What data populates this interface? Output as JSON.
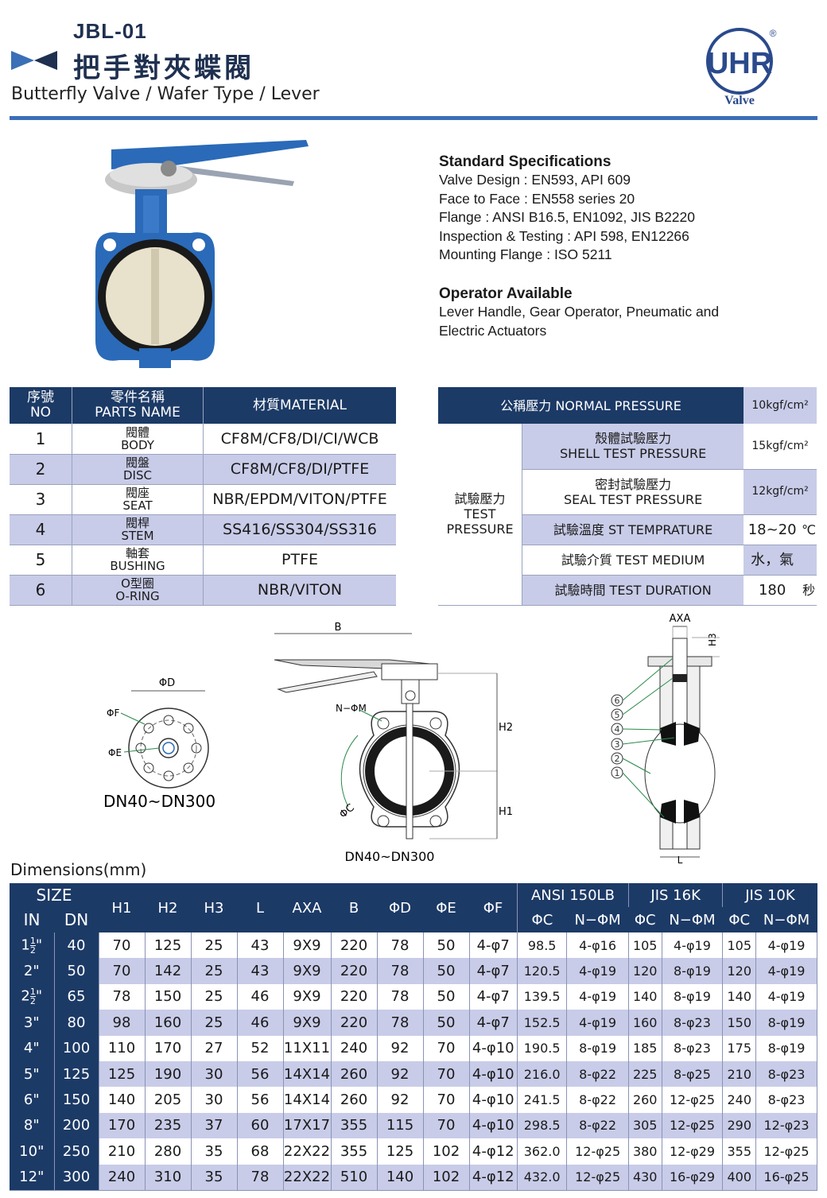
{
  "header": {
    "model": "JBL-01",
    "title_zh": "把手對夾蝶閥",
    "title_en": "Butterfly Valve / Wafer Type / Lever",
    "logo_text": "UHR",
    "logo_sub": "Valve",
    "logo_mark": "®",
    "accent": "#3b6fb6",
    "navy": "#1c3a66"
  },
  "specs": {
    "standard_heading": "Standard Specifications",
    "standard_lines": [
      "Valve Design : EN593, API 609",
      "Face to Face : EN558 series 20",
      "Flange : ANSI B16.5, EN1092, JIS B2220",
      "Inspection & Testing : API 598, EN12266",
      "Mounting Flange : ISO 5211"
    ],
    "operator_heading": "Operator Available",
    "operator_lines": [
      "Lever Handle, Gear Operator, Pneumatic and",
      "Electric Actuators"
    ]
  },
  "parts": {
    "head_no_zh": "序號",
    "head_no_en": "NO",
    "head_name_zh": "零件名稱",
    "head_name_en": "PARTS NAME",
    "head_material": "材質MATERIAL",
    "rows": [
      {
        "no": "1",
        "zh": "閥體",
        "en": "BODY",
        "material": "CF8M/CF8/DI/CI/WCB"
      },
      {
        "no": "2",
        "zh": "閥盤",
        "en": "DISC",
        "material": "CF8M/CF8/DI/PTFE"
      },
      {
        "no": "3",
        "zh": "閥座",
        "en": "SEAT",
        "material": "NBR/EPDM/VITON/PTFE"
      },
      {
        "no": "4",
        "zh": "閥桿",
        "en": "STEM",
        "material": "SS416/SS304/SS316"
      },
      {
        "no": "5",
        "zh": "軸套",
        "en": "BUSHING",
        "material": "PTFE"
      },
      {
        "no": "6",
        "zh": "O型圈",
        "en": "O-RING",
        "material": "NBR/VITON"
      }
    ]
  },
  "pressure": {
    "normal_label": "公稱壓力 NORMAL PRESSURE",
    "normal_value": "10kgf/cm²",
    "test_zh": "試驗壓力",
    "test_en1": "TEST",
    "test_en2": "PRESSURE",
    "shell_zh": "殼體試驗壓力",
    "shell_en": "SHELL TEST PRESSURE",
    "shell_value": "15kgf/cm²",
    "seal_zh": "密封試驗壓力",
    "seal_en": "SEAL TEST PRESSURE",
    "seal_value": "12kgf/cm²",
    "temp_label": "試驗溫度 ST TEMPRATURE",
    "temp_value": "18~20",
    "temp_unit": "℃",
    "medium_label": "試驗介質 TEST MEDIUM",
    "medium_value": "水，氣",
    "duration_label": "試驗時間 TEST DURATION",
    "duration_value": "180",
    "duration_unit": "秒"
  },
  "drawings": {
    "flange_caption": "DN40~DN300",
    "front_caption": "DN40~DN300",
    "label_D": "ΦD",
    "label_F": "ΦF",
    "label_E": "ΦE",
    "label_B": "B",
    "label_NM": "N−ΦM",
    "label_H2": "H2",
    "label_H1": "H1",
    "label_C": "ΦC",
    "label_AXA": "AXA",
    "label_H3": "H3",
    "label_L": "L",
    "callouts": [
      "6",
      "5",
      "4",
      "3",
      "2",
      "1"
    ]
  },
  "dimensions": {
    "title": "Dimensions(mm)",
    "head_size": "SIZE",
    "head_in": "IN",
    "head_dn": "DN",
    "cols": [
      "H1",
      "H2",
      "H3",
      "L",
      "AXA",
      "B",
      "ΦD",
      "ΦE",
      "ΦF"
    ],
    "groups": [
      "ANSI 150LB",
      "JIS 16K",
      "JIS 10K"
    ],
    "sub_c": "ΦC",
    "sub_nm": "N−ΦM",
    "rows": [
      {
        "in_whole": "1",
        "in_num": "1",
        "in_den": "2",
        "in_mark": "\"",
        "dn": "40",
        "v": [
          "70",
          "125",
          "25",
          "43",
          "9X9",
          "220",
          "78",
          "50",
          "4-φ7",
          "98.5",
          "4-φ16",
          "105",
          "4-φ19",
          "105",
          "4-φ19"
        ]
      },
      {
        "in_whole": "2",
        "in_num": "",
        "in_den": "",
        "in_mark": "\"",
        "dn": "50",
        "v": [
          "70",
          "142",
          "25",
          "43",
          "9X9",
          "220",
          "78",
          "50",
          "4-φ7",
          "120.5",
          "4-φ19",
          "120",
          "8-φ19",
          "120",
          "4-φ19"
        ]
      },
      {
        "in_whole": "2",
        "in_num": "1",
        "in_den": "2",
        "in_mark": "\"",
        "dn": "65",
        "v": [
          "78",
          "150",
          "25",
          "46",
          "9X9",
          "220",
          "78",
          "50",
          "4-φ7",
          "139.5",
          "4-φ19",
          "140",
          "8-φ19",
          "140",
          "4-φ19"
        ]
      },
      {
        "in_whole": "3",
        "in_num": "",
        "in_den": "",
        "in_mark": "\"",
        "dn": "80",
        "v": [
          "98",
          "160",
          "25",
          "46",
          "9X9",
          "220",
          "78",
          "50",
          "4-φ7",
          "152.5",
          "4-φ19",
          "160",
          "8-φ23",
          "150",
          "8-φ19"
        ]
      },
      {
        "in_whole": "4",
        "in_num": "",
        "in_den": "",
        "in_mark": "\"",
        "dn": "100",
        "v": [
          "110",
          "170",
          "27",
          "52",
          "11X11",
          "240",
          "92",
          "70",
          "4-φ10",
          "190.5",
          "8-φ19",
          "185",
          "8-φ23",
          "175",
          "8-φ19"
        ]
      },
      {
        "in_whole": "5",
        "in_num": "",
        "in_den": "",
        "in_mark": "\"",
        "dn": "125",
        "v": [
          "125",
          "190",
          "30",
          "56",
          "14X14",
          "260",
          "92",
          "70",
          "4-φ10",
          "216.0",
          "8-φ22",
          "225",
          "8-φ25",
          "210",
          "8-φ23"
        ]
      },
      {
        "in_whole": "6",
        "in_num": "",
        "in_den": "",
        "in_mark": "\"",
        "dn": "150",
        "v": [
          "140",
          "205",
          "30",
          "56",
          "14X14",
          "260",
          "92",
          "70",
          "4-φ10",
          "241.5",
          "8-φ22",
          "260",
          "12-φ25",
          "240",
          "8-φ23"
        ]
      },
      {
        "in_whole": "8",
        "in_num": "",
        "in_den": "",
        "in_mark": "\"",
        "dn": "200",
        "v": [
          "170",
          "235",
          "37",
          "60",
          "17X17",
          "355",
          "115",
          "70",
          "4-φ10",
          "298.5",
          "8-φ22",
          "305",
          "12-φ25",
          "290",
          "12-φ23"
        ]
      },
      {
        "in_whole": "10",
        "in_num": "",
        "in_den": "",
        "in_mark": "\"",
        "dn": "250",
        "v": [
          "210",
          "280",
          "35",
          "68",
          "22X22",
          "355",
          "125",
          "102",
          "4-φ12",
          "362.0",
          "12-φ25",
          "380",
          "12-φ29",
          "355",
          "12-φ25"
        ]
      },
      {
        "in_whole": "12",
        "in_num": "",
        "in_den": "",
        "in_mark": "\"",
        "dn": "300",
        "v": [
          "240",
          "310",
          "35",
          "78",
          "22X22",
          "510",
          "140",
          "102",
          "4-φ12",
          "432.0",
          "12-φ25",
          "430",
          "16-φ29",
          "400",
          "16-φ25"
        ]
      }
    ]
  }
}
